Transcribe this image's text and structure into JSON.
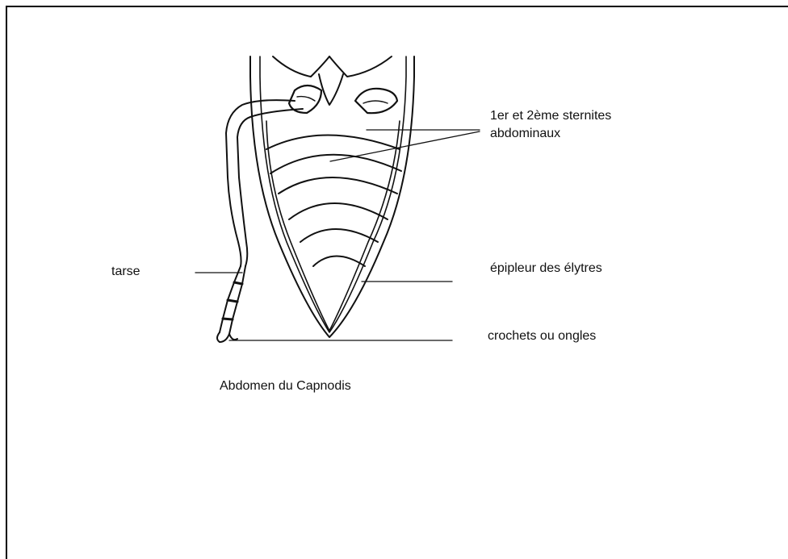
{
  "labels": {
    "sternites_line1": "1er et 2ème sternites",
    "sternites_line2": "abdominaux",
    "tarse": "tarse",
    "epipleur": "épipleur des élytres",
    "crochets": "crochets ou ongles"
  },
  "caption": "Abdomen du Capnodis"
}
